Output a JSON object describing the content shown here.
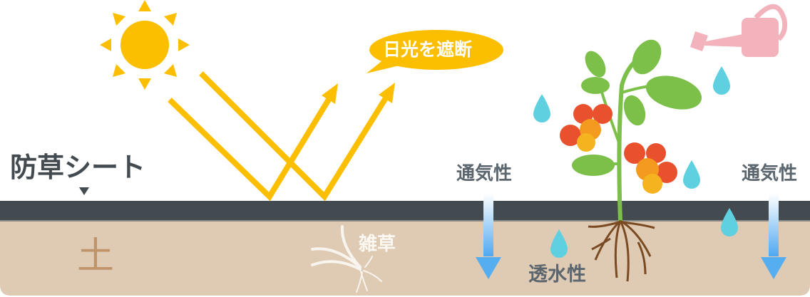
{
  "title": "防草シート",
  "soil_label": "土",
  "bubble_text": "日光を遮断",
  "weed_label": "雑草",
  "air_label_left": "通気性",
  "air_label_right": "通気性",
  "water_label": "透水性",
  "colors": {
    "sheet": "#434a50",
    "soil": "#dfcab4",
    "soil_text": "#c0946a",
    "sun": "#fbbf00",
    "arrow": "#fbbf00",
    "drop": "#5fd0e0",
    "can": "#f3b3bd",
    "leaf": "#7cc04a",
    "tomato": "#e9502d",
    "tomato_orange": "#f39a1f",
    "root": "#7a4a22",
    "air_arrow": "#55aef0",
    "label": "#5c666e"
  }
}
